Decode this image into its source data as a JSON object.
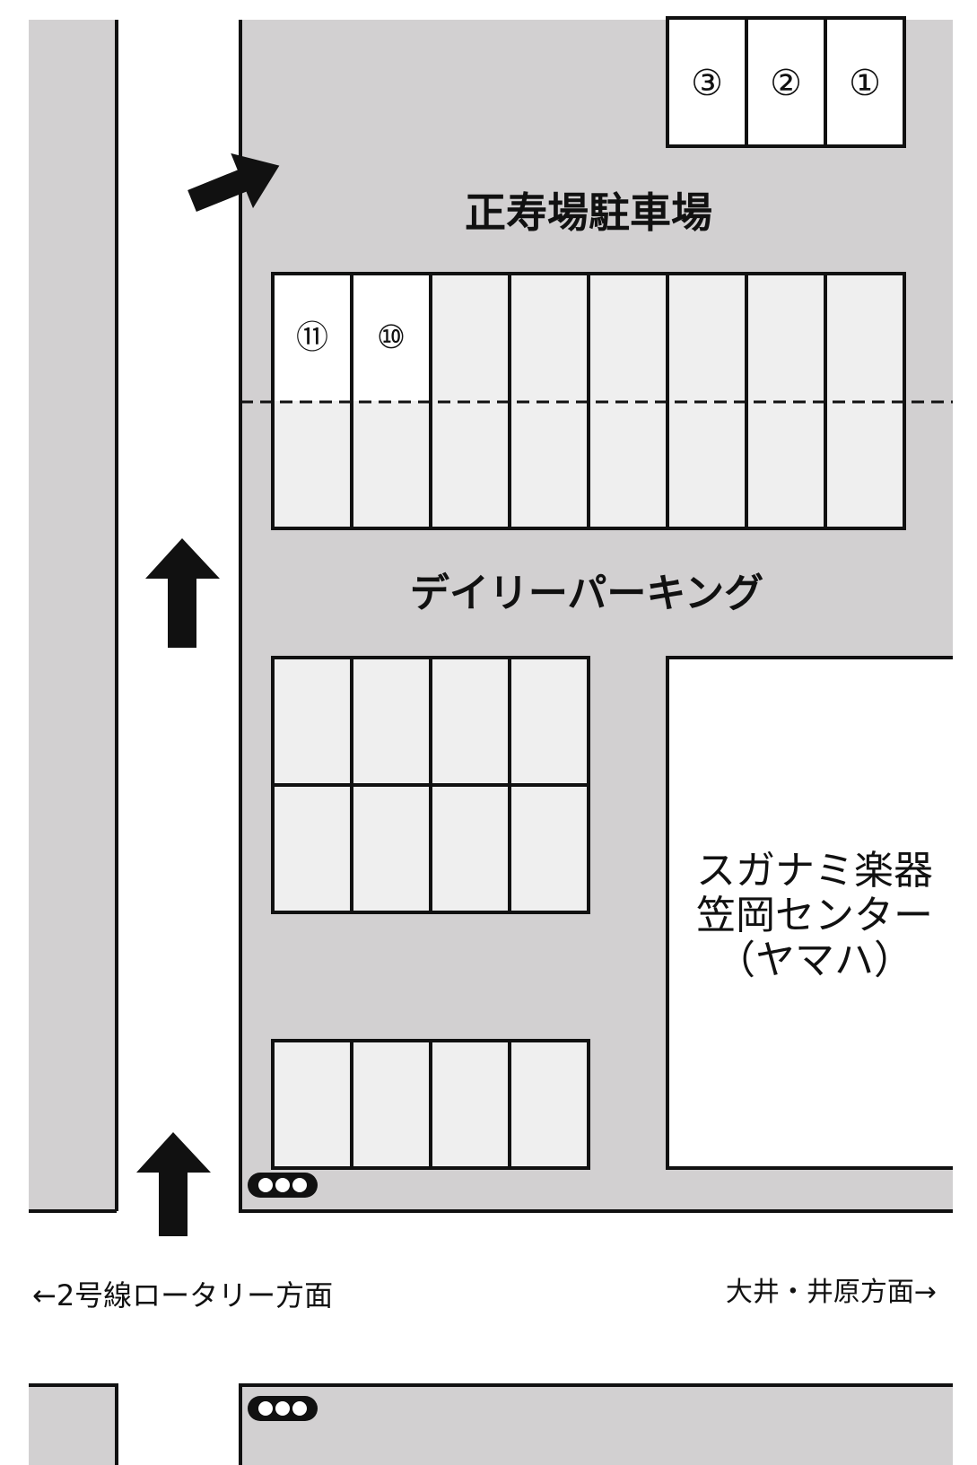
{
  "map": {
    "lot_title": "正寿場駐車場",
    "daily_parking": "デイリーパーキング",
    "store": {
      "line1": "スガナミ楽器",
      "line2": "笠岡センター",
      "line3": "（ヤマハ）"
    },
    "direction_left": "←2号線ロータリー方面",
    "direction_right": "大井・井原方面→",
    "stall_numbers": {
      "s1": "①",
      "s2": "②",
      "s3": "③",
      "s10": "⑩",
      "s11": "⑪"
    },
    "colors": {
      "lot": "#d2d0d1",
      "stall": "#efefef",
      "building": "#ffffff",
      "road": "#ffffff",
      "line": "#111111"
    },
    "icons": [
      "arrow-northeast-icon",
      "arrow-up-icon",
      "traffic-signal-icon"
    ]
  }
}
